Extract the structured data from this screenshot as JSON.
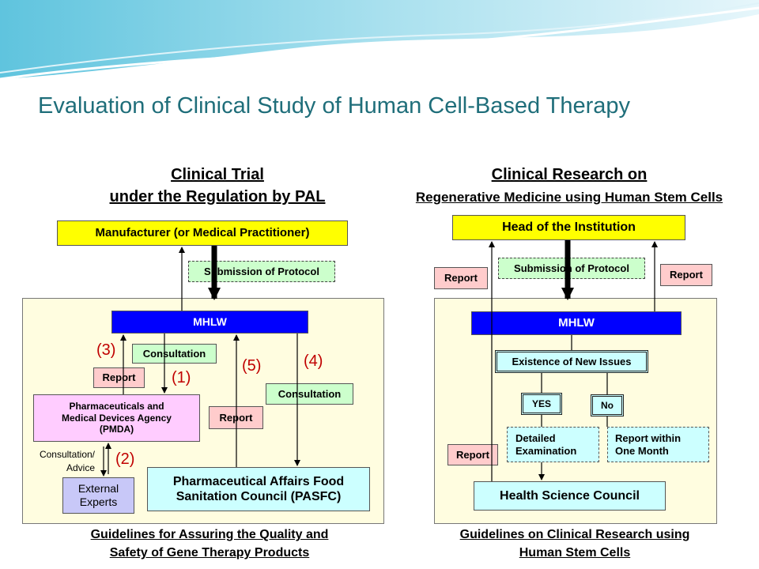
{
  "title": "Evaluation of Clinical Study of Human Cell-Based Therapy",
  "left": {
    "heading_line1": "Clinical Trial",
    "heading_line2": "under the Regulation by PAL",
    "manufacturer": "Manufacturer (or Medical Practitioner)",
    "submission": "Submission of Protocol",
    "mhlw": "MHLW",
    "consultation_1": "Consultation",
    "consultation_2": "Consultation",
    "report_pmda": "Report",
    "report_pasfc": "Report",
    "pmda_line1": "Pharmaceuticals and",
    "pmda_line2": "Medical Devices Agency",
    "pmda_line3": "(PMDA)",
    "consult_advice_line1": "Consultation/",
    "consult_advice_line2": "Advice",
    "experts_line1": "External",
    "experts_line2": "Experts",
    "pasfc_line1": "Pharmaceutical Affairs Food",
    "pasfc_line2": "Sanitation Council (PASFC)",
    "n1": "(1)",
    "n2": "(2)",
    "n3": "(3)",
    "n4": "(4)",
    "n5": "(5)",
    "footer_line1": "Guidelines for Assuring the Quality and",
    "footer_line2": "Safety of Gene Therapy Products"
  },
  "right": {
    "heading_line1": "Clinical Research on",
    "heading_line2": "Regenerative Medicine using Human Stem Cells",
    "head": "Head of the Institution",
    "submission": "Submission of Protocol",
    "report_left": "Report",
    "report_right": "Report",
    "report_bottom": "Report",
    "mhlw": "MHLW",
    "new_issues": "Existence of New Issues",
    "yes": "YES",
    "no": "No",
    "detailed_line1": "Detailed",
    "detailed_line2": "Examination",
    "within_line1": "Report within",
    "within_line2": "One Month",
    "hsc": "Health Science Council",
    "footer_line1": "Guidelines on Clinical Research using",
    "footer_line2": "Human Stem Cells"
  },
  "colors": {
    "title": "#1f6e7a",
    "panel": "#fffde0",
    "yellow": "#ffff00",
    "blue": "#0000ff",
    "green": "#ccffcc",
    "pink": "#ffcccc",
    "lavender": "#ffccff",
    "cyan": "#ccffff",
    "number": "#c00000"
  }
}
